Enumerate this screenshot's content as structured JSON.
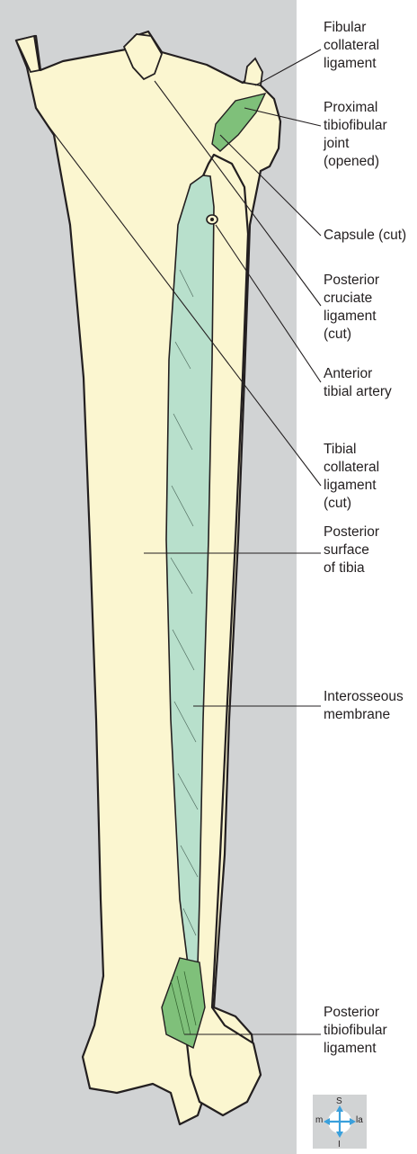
{
  "labels": {
    "fibular_collateral_ligament": "Fibular\ncollateral\nligament",
    "proximal_tibiofibular_joint": "Proximal\ntibiofibular\njoint\n(opened)",
    "capsule_cut": "Capsule (cut)",
    "posterior_cruciate_ligament": "Posterior\ncruciate\nligament\n(cut)",
    "anterior_tibial_artery": "Anterior\ntibial artery",
    "tibial_collateral_ligament": "Tibial\ncollateral\nligament\n(cut)",
    "posterior_surface_of_tibia": "Posterior\nsurface\nof tibia",
    "interosseous_membrane": "Interosseous\nmembrane",
    "posterior_tibiofibular_ligament": "Posterior\ntibiofibular\nligament"
  },
  "compass": {
    "superior": "S",
    "medial": "m",
    "lateral": "la",
    "inferior": "I"
  },
  "colors": {
    "panel": "#d1d3d4",
    "bone": "#fbf6d0",
    "membrane": "#b8e0cc",
    "ligament": "#7fc07a",
    "compass_arrow": "#3aa0dc",
    "outline": "#231f20"
  }
}
